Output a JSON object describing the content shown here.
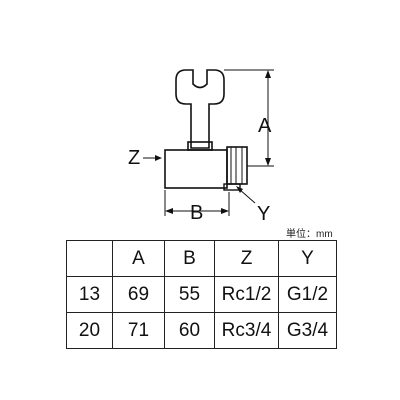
{
  "diagram": {
    "labels": {
      "a": "A",
      "b": "B",
      "z": "Z",
      "y": "Y"
    },
    "unit_note": "単位：mm"
  },
  "table": {
    "headers": [
      "",
      "A",
      "B",
      "Z",
      "Y"
    ],
    "rows": [
      [
        "13",
        "69",
        "55",
        "Rc1/2",
        "G1/2"
      ],
      [
        "20",
        "71",
        "60",
        "Rc3/4",
        "G3/4"
      ]
    ]
  }
}
